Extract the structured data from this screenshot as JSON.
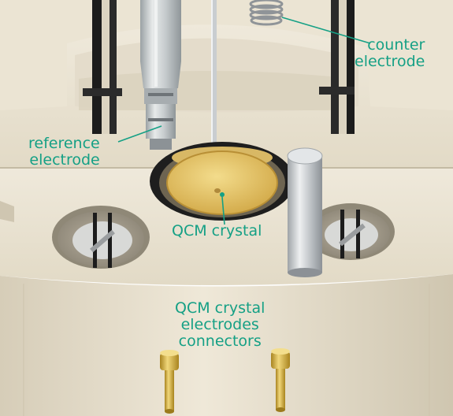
{
  "colors": {
    "label": "#15a085",
    "body": "#ece5d4",
    "body_shade": "#d6cdb6",
    "crystal": "#e6c56f",
    "metal": "#bfc3c6",
    "pin": "#d9b13e"
  },
  "labels": {
    "counter_electrode": [
      "counter",
      "electrode"
    ],
    "reference_electrode": [
      "reference",
      "electrode"
    ],
    "qcm_crystal": "QCM crystal",
    "connectors": [
      "QCM crystal",
      "electrodes",
      "connectors"
    ]
  }
}
